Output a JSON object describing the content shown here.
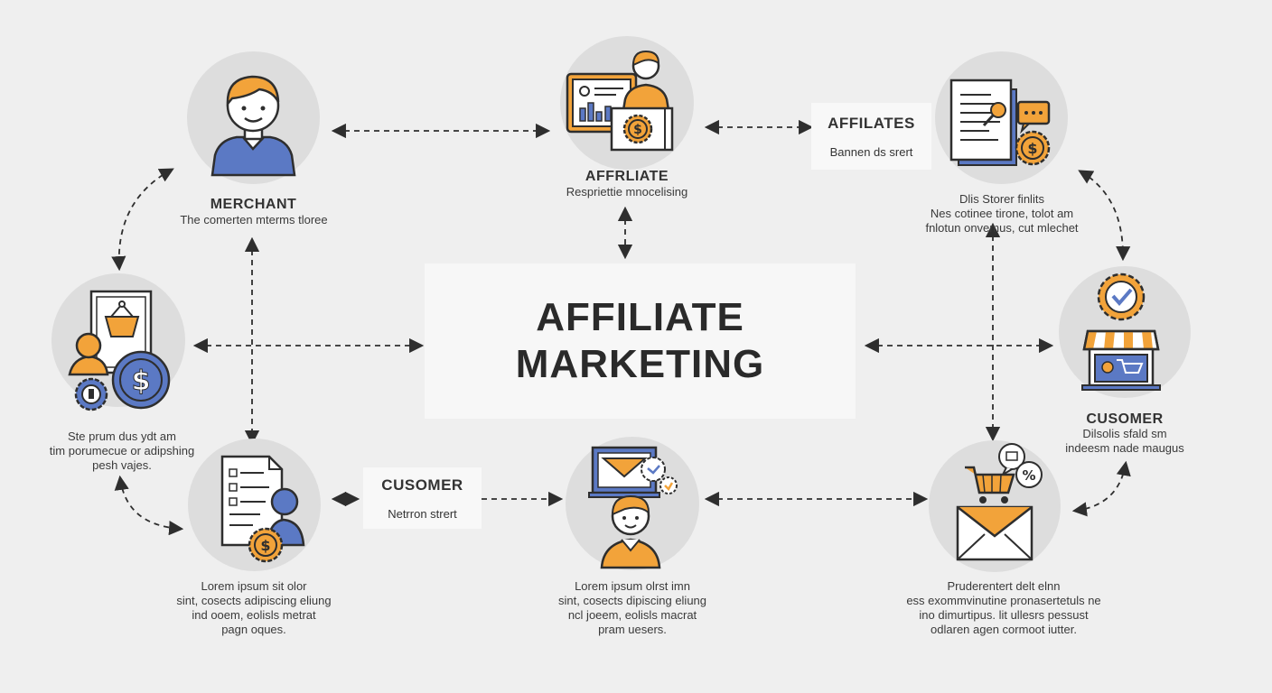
{
  "diagram": {
    "center": {
      "line1": "AFFILIATE",
      "line2": "MARKETING"
    },
    "nodes": {
      "merchant": {
        "title": "MERCHANT",
        "desc": [
          "The comerten mterms tloree"
        ]
      },
      "affiliate_top": {
        "title": "AFFRLIATE",
        "desc": [
          "Respriettie mnocelising"
        ]
      },
      "store_top_right": {
        "title": "",
        "desc": [
          "Dlis Storer finlits",
          "Nes cotinee tirone, tolot am",
          "fnlotun onvemus, cut mlechet"
        ]
      },
      "left_mid": {
        "title": "",
        "desc": [
          "Ste prum dus ydt am",
          "tim porumecue or adipshing",
          "pesh vajes."
        ]
      },
      "shop_right": {
        "title": "CUSOMER",
        "desc": [
          "Dilsolis sfald sm",
          "indeesm nade maugus"
        ]
      },
      "bottom_left": {
        "title": "",
        "desc": [
          "Lorem ipsum sit olor",
          "sint, cosects adipiscing eliung",
          "ind ooem, eolisls metrat",
          "pagn oques."
        ]
      },
      "bottom_mid": {
        "title": "",
        "desc": [
          "Lorem ipsum olrst imn",
          "sint, cosects dipiscing eliung",
          "ncl joeem, eolisls macrat",
          "pram uesers."
        ]
      },
      "bottom_right": {
        "title": "",
        "desc": [
          "Pruderentert delt elnn",
          "ess exommvinutine pronasertetuls ne",
          "ino dimurtipus. lit ullesrs pessust",
          "odlaren agen cormoot iutter."
        ]
      }
    },
    "labels": {
      "affiliates": {
        "title": "AFFILATES",
        "sub": "Bannen ds srert"
      },
      "customer": {
        "title": "CUSOMER",
        "sub": "Netrron strert"
      }
    },
    "colors": {
      "background": "#efefef",
      "circle": "#dddddd",
      "accent_orange": "#f2a33a",
      "accent_blue": "#5b79c4",
      "line": "#2e2e2e"
    }
  }
}
